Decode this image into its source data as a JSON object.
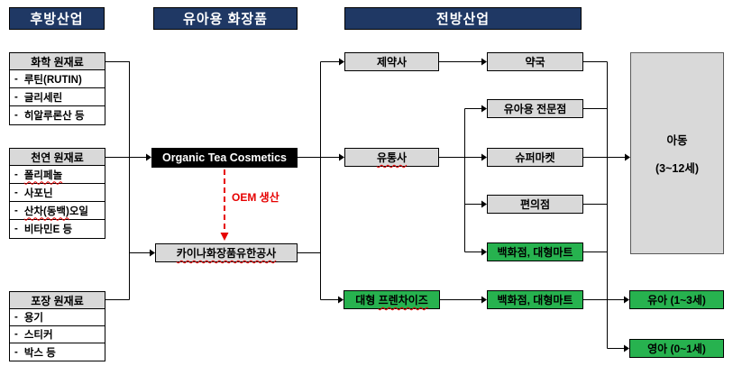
{
  "headers": {
    "backward": "후방산업",
    "product": "유아용 화장품",
    "forward": "전방산업"
  },
  "bullet": "-",
  "groups": [
    {
      "title": "화학 원재료",
      "items": [
        {
          "pre": "루틴(RUTIN)",
          "wavy": "",
          "post": ""
        },
        {
          "pre": "글리세린",
          "wavy": "",
          "post": ""
        },
        {
          "pre": "히알루론산 등",
          "wavy": "",
          "post": ""
        }
      ]
    },
    {
      "title": "천연 원재료",
      "items": [
        {
          "pre": "",
          "wavy": "폴리페놀",
          "post": ""
        },
        {
          "pre": "사포닌",
          "wavy": "",
          "post": ""
        },
        {
          "pre": "",
          "wavy": "산차(동백)",
          "post": "오일"
        },
        {
          "pre": "비타민E 등",
          "wavy": "",
          "post": ""
        }
      ]
    },
    {
      "title": "포장 원재료",
      "items": [
        {
          "pre": "용기",
          "wavy": "",
          "post": ""
        },
        {
          "pre": "스티커",
          "wavy": "",
          "post": ""
        },
        {
          "pre": "박스 등",
          "wavy": "",
          "post": ""
        }
      ]
    }
  ],
  "nodes": {
    "brand": {
      "label": "Organic Tea Cosmetics"
    },
    "oem": {
      "label": "OEM 생산"
    },
    "manufacturer": {
      "pre": "",
      "wavy": "카이나화장품유한공사",
      "post": ""
    },
    "pharma": {
      "label": "제약사"
    },
    "pharmacy": {
      "label": "약국"
    },
    "distributor": {
      "pre": "",
      "wavy": "유통사",
      "post": ""
    },
    "baby_store": {
      "label": "유아용 전문점"
    },
    "supermarket": {
      "label": "슈퍼마켓"
    },
    "convenience": {
      "label": "편의점"
    },
    "dept_mart_retail": {
      "label": "백화점, 대형마트"
    },
    "franchise": {
      "pre": "대형 ",
      "wavy": "프렌차이즈",
      "post": ""
    },
    "dept_mart_franchise": {
      "label": "백화점, 대형마트"
    },
    "child": {
      "line1": "아동",
      "line2": "(3~12세)"
    },
    "toddler": {
      "label": "유아 (1~3세)"
    },
    "infant": {
      "label": "영아 (0~1세)"
    }
  },
  "colors": {
    "navy": "#1F3864",
    "green": "#27B24F",
    "box_gray": "#D9D9D9",
    "red": "#E60000",
    "line": "#000000"
  }
}
